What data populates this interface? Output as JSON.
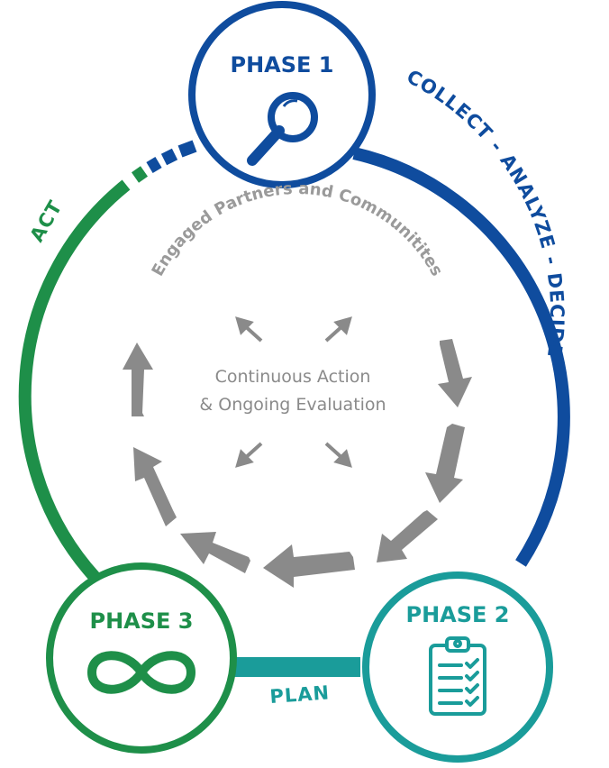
{
  "phases": [
    {
      "label": "PHASE 1",
      "icon": "magnifier-icon",
      "color": "#0f4c9e"
    },
    {
      "label": "PHASE 2",
      "icon": "clipboard-checklist-icon",
      "color": "#1a9c9a"
    },
    {
      "label": "PHASE 3",
      "icon": "infinity-icon",
      "color": "#1e8f49"
    }
  ],
  "arc_labels": {
    "collect": "COLLECT - ANALYZE - DECIDE",
    "plan": "PLAN",
    "act": "ACT"
  },
  "center": {
    "partners": "Engaged Partners and Communitites",
    "line1": "Continuous Action",
    "line2": "& Ongoing Evaluation"
  },
  "colors": {
    "blue": "#0f4c9e",
    "teal": "#1a9c9a",
    "green": "#1e8f49",
    "gray": "#8a8a8a"
  }
}
